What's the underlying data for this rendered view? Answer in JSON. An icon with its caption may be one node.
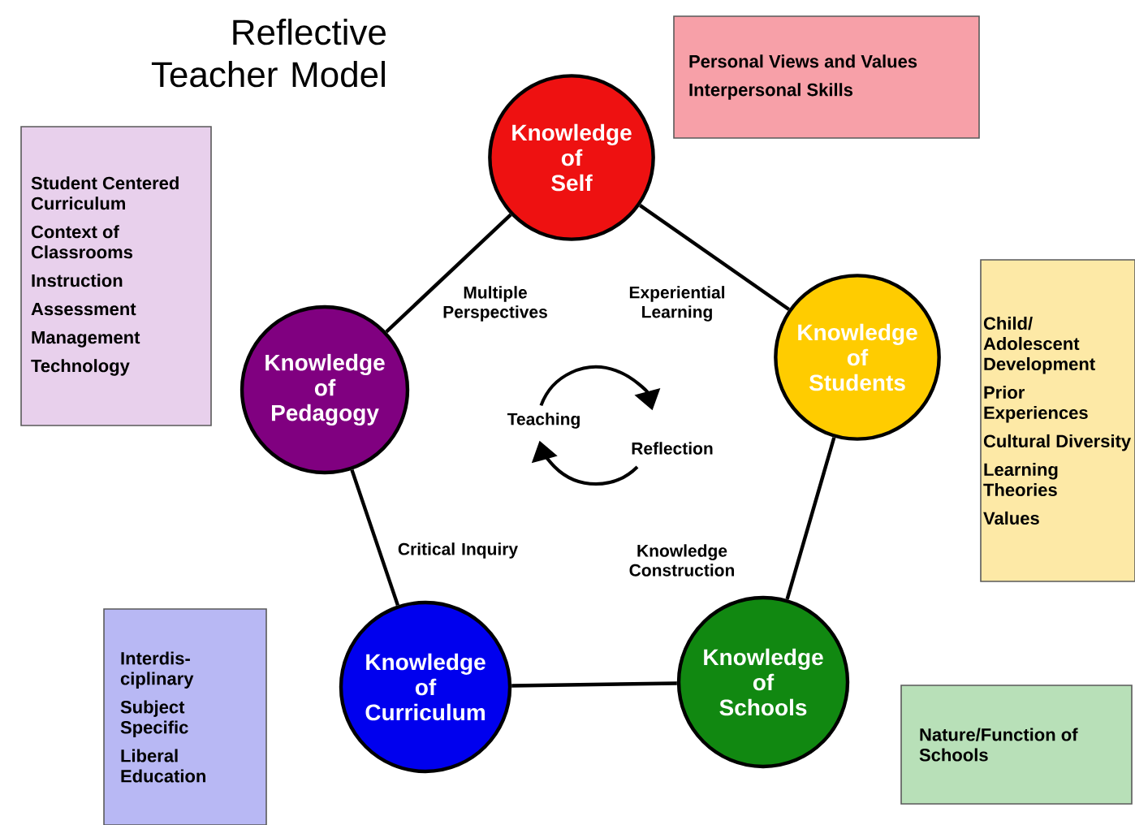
{
  "diagram": {
    "title": "Reflective Teacher Model",
    "nodes": [
      {
        "text": [
          "Student Centered Curriculum",
          "Context of Classrooms",
          "Instruction",
          "Assessment",
          "Management",
          "Technology"
        ]
      },
      {
        "text": [
          "Knowledge of Self"
        ]
      },
      {
        "text": [
          "Personal Views and Values",
          "Interpersonal Skills"
        ]
      },
      {
        "text": [
          "Knowledge of Pedagogy"
        ]
      },
      {
        "text": [
          "Knowledge of Students"
        ]
      },
      {
        "text": [
          "Child/ Adolescent Development",
          "Prior Experiences",
          "Cultural Diversity",
          "Learning Theories",
          "Values"
        ]
      },
      {
        "text": [
          "Knowledge of Curriculum"
        ]
      },
      {
        "text": [
          "Knowledge of Schools"
        ]
      },
      {
        "text": [
          "Interdis- ciplinary",
          "Subject Specific",
          "Liberal Education"
        ]
      },
      {
        "text": [
          "Nature/Function of Schools"
        ]
      }
    ],
    "edges": [
      {
        "from": 1,
        "to": 4,
        "arrow": "none",
        "label": "Experiential Learning"
      },
      {
        "from": 4,
        "to": 7,
        "arrow": "none",
        "label": "Knowledge Construction"
      },
      {
        "from": 7,
        "to": 6,
        "arrow": "none"
      },
      {
        "from": 6,
        "to": 3,
        "arrow": "none",
        "label": "Critical Inquiry"
      },
      {
        "from": 3,
        "to": 1,
        "arrow": "none",
        "label": "Multiple Perspectives"
      }
    ],
    "labels": [
      "Teaching",
      "Reflection"
    ]
  }
}
